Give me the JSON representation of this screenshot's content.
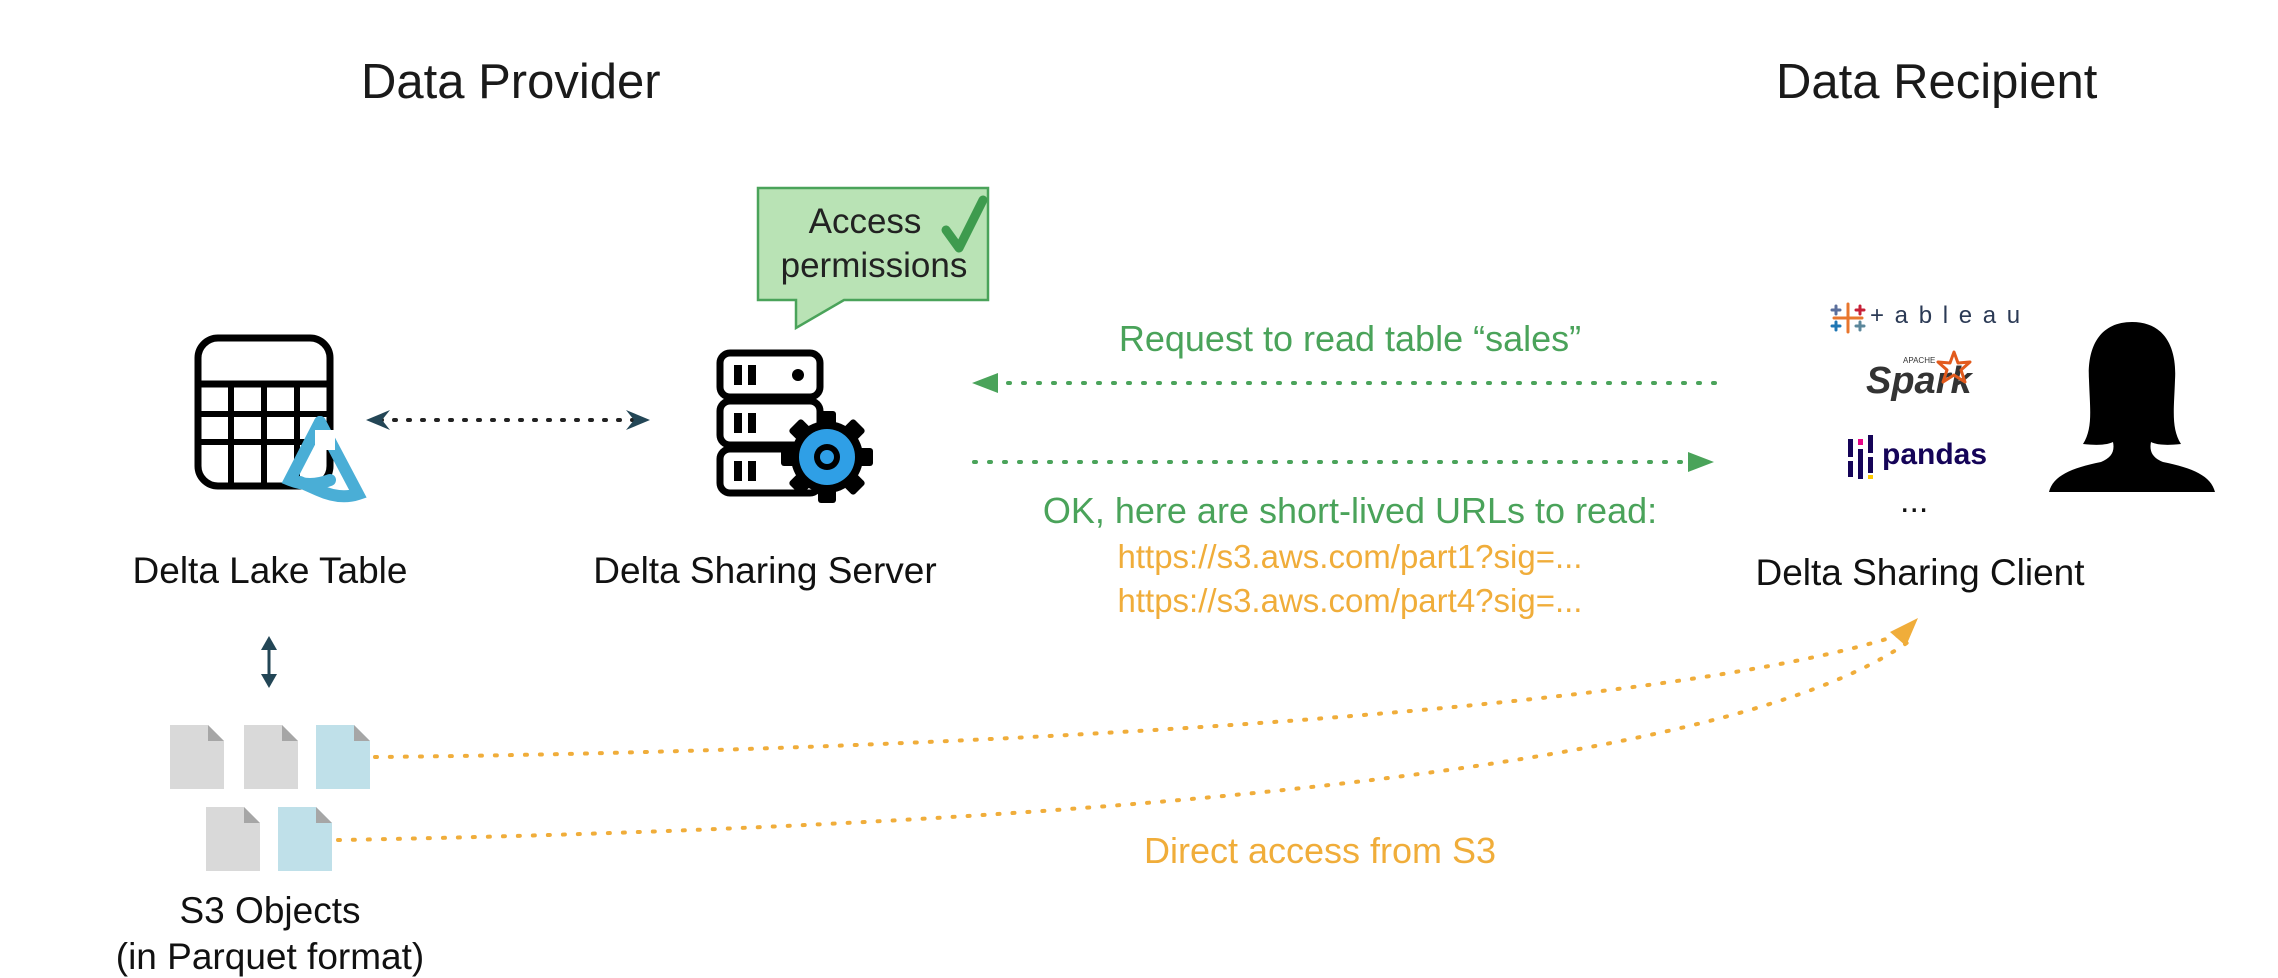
{
  "headings": {
    "provider": "Data Provider",
    "recipient": "Data Recipient"
  },
  "labels": {
    "delta_table": "Delta Lake Table",
    "server": "Delta Sharing Server",
    "client": "Delta Sharing Client",
    "s3_line1": "S3 Objects",
    "s3_line2": "(in Parquet format)"
  },
  "callout": {
    "line1": "Access",
    "line2": "permissions"
  },
  "messages": {
    "request": "Request to read table “sales”",
    "response": "OK, here are short-lived URLs to read:",
    "url1": "https://s3.aws.com/part1?sig=...",
    "url2": "https://s3.aws.com/part4?sig=...",
    "direct": "Direct access from S3"
  },
  "clients": {
    "tableau": "+ a b l e a u",
    "spark_small": "APACHE",
    "spark": "Spark",
    "pandas": "pandas",
    "more": "..."
  },
  "colors": {
    "green": "#4aa35a",
    "orange": "#f0ad3a",
    "callout_fill": "#b9e3b5",
    "file_gray": "#d9d9d9",
    "file_blue": "#bfe0e9",
    "gear_blue": "#2f9fe6"
  }
}
